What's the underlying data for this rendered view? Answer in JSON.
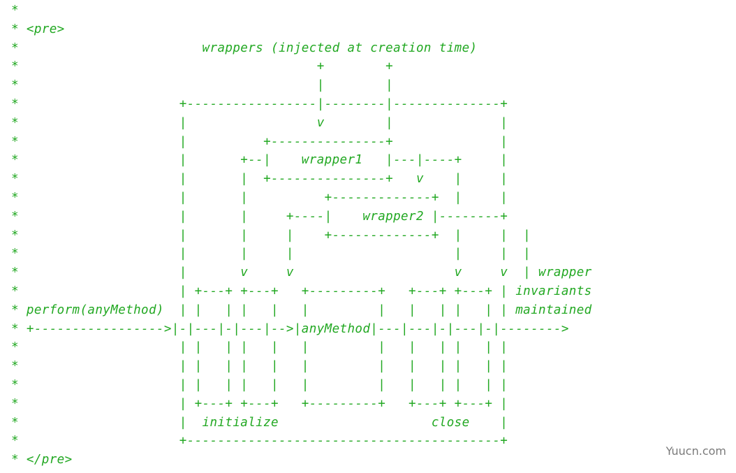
{
  "diagram": {
    "lines": [
      "*",
      "* <pre>",
      "*                        wrappers (injected at creation time)",
      "*                                       +        +",
      "*                                       |        |",
      "*                     +-----------------|--------|--------------+",
      "*                     |                 v        |              |",
      "*                     |          +---------------+              |",
      "*                     |       +--|    wrapper1   |---|----+     |",
      "*                     |       |  +---------------+   v    |     |",
      "*                     |       |          +-------------+  |     |",
      "*                     |       |     +----|    wrapper2 |--------+",
      "*                     |       |     |    +-------------+  |     |  |",
      "*                     |       |     |                     |     |  |",
      "*                     |       v     v                     v     v  | wrapper",
      "*                     | +---+ +---+   +---------+   +---+ +---+ | invariants",
      "* perform(anyMethod)  | |   | |   |   |         |   |   | |   | | maintained",
      "* +----------------->|-|---|-|---|-->|anyMethod|---|---|-|---|-|-------->",
      "*                     | |   | |   |   |         |   |   | |   | |",
      "*                     | |   | |   |   |         |   |   | |   | |",
      "*                     | |   | |   |   |         |   |   | |   | |",
      "*                     | +---+ +---+   +---------+   +---+ +---+ |",
      "*                     |  initialize                    close    |",
      "*                     +-----------------------------------------+",
      "* </pre>"
    ]
  },
  "watermark": {
    "text": "Yuucn.com"
  },
  "colors": {
    "text": "#22a822",
    "watermark": "#7a7a7a",
    "background": "#ffffff"
  }
}
